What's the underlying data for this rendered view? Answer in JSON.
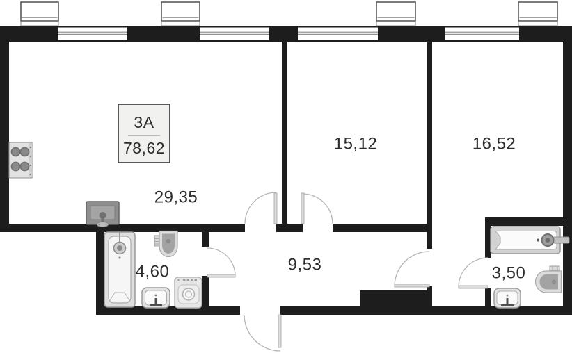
{
  "plan": {
    "unit": {
      "type_label": "3A",
      "total_area": "78,62"
    },
    "rooms": [
      {
        "id": "living-kitchen",
        "area": "29,35"
      },
      {
        "id": "bedroom-1",
        "area": "15,12"
      },
      {
        "id": "bedroom-2",
        "area": "16,52"
      },
      {
        "id": "hallway",
        "area": "9,53"
      },
      {
        "id": "bathroom-1",
        "area": "4,60"
      },
      {
        "id": "bathroom-2",
        "area": "3,50"
      }
    ],
    "window_units": 4,
    "door_symbols": 6,
    "fixtures": {
      "kitchen": [
        "stove-icon",
        "kitchen-sink-icon"
      ],
      "bathroom_1": [
        "bathtub-icon",
        "toilet-icon",
        "washbasin-icon",
        "washing-machine-icon"
      ],
      "bathroom_2": [
        "bathtub-icon",
        "toilet-icon",
        "washbasin-icon"
      ]
    },
    "colors": {
      "wall": "#1d1d1d",
      "floor": "#ffffff",
      "fixture_fill": "#e4e4e4",
      "fixture_stroke": "#9a9a9a",
      "door_arc": "#b5b5b5",
      "label_text": "#2d2d2d",
      "label_box_bg": "#f1f1f0",
      "label_box_border": "#4a4a4a"
    }
  }
}
